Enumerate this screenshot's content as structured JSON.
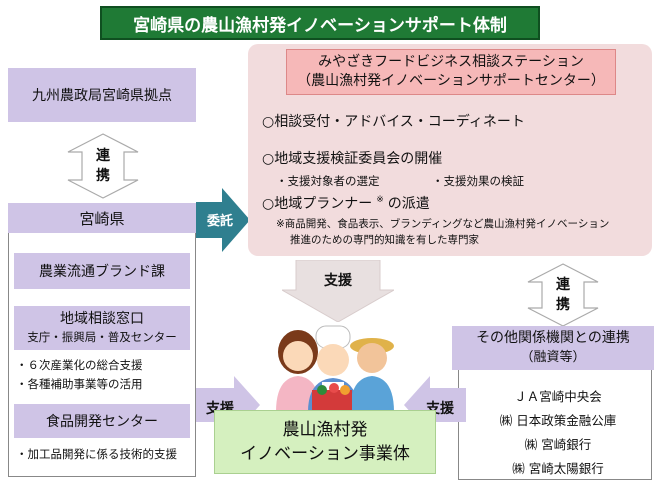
{
  "title": "宮崎県の農山漁村発イノベーションサポート体制",
  "kyushu": "九州農政局宮崎県拠点",
  "renkei_left": [
    "連",
    "携"
  ],
  "miyazaki": {
    "header": "宮崎県",
    "brand": "農業流通ブランド課",
    "consult_line1": "地域相談窓口",
    "consult_line2": "支庁・振興局・普及センター",
    "bullet1": "・６次産業化の総合支援",
    "bullet2": "・各種補助事業等の活用",
    "food_center": "食品開発センター",
    "bullet3": "・加工品開発に係る技術的支援"
  },
  "itaku": "委託",
  "station": {
    "title1": "みやざきフードビジネス相談ステーション",
    "title2": "（農山漁村発イノベーションサポートセンター）",
    "item1": "○相談受付・アドバイス・コーディネート",
    "item2": "○地域支援検証委員会の開催",
    "sub2a": "・支援対象者の選定",
    "sub2b": "・支援効果の検証",
    "item3a": "○地域プランナー",
    "item3mark": "※",
    "item3b": "の派遣",
    "note1": "※商品開発、食品表示、ブランディングなど農山漁村発イノベーション",
    "note2": "推進のための専門的知識を有した専門家"
  },
  "shien_top": "支援",
  "renkei_right": [
    "連",
    "携"
  ],
  "others": {
    "header1": "その他関係機関との連携",
    "header2": "（融資等）",
    "orgs": [
      "ＪＡ宮崎中央会",
      "㈱ 日本政策金融公庫",
      "㈱ 宮崎銀行",
      "㈱ 宮崎太陽銀行"
    ]
  },
  "shien_left": "支援",
  "shien_right": "支援",
  "target": {
    "line1": "農山漁村発",
    "line2": "イノベーション事業体"
  },
  "colors": {
    "title_bg": "#1f7a35",
    "lavender": "#cfc4e6",
    "pink": "#f2dcdd",
    "green": "#d5f0bf",
    "arrow_teal": "#2f7f8f"
  }
}
